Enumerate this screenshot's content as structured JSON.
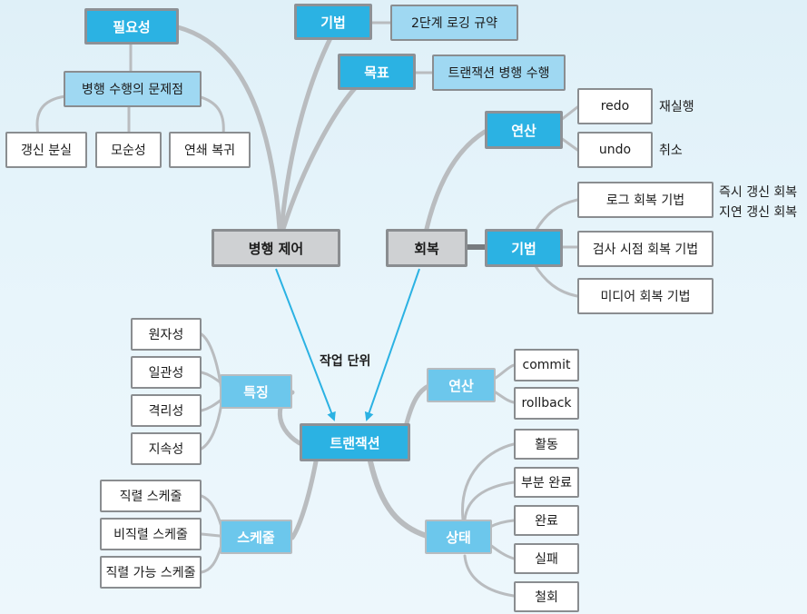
{
  "nodes": {
    "necessity": "필요성",
    "problems": "병행 수행의 문제점",
    "lost_update": "갱신 분실",
    "inconsistency": "모순성",
    "cascading_rollback": "연쇄 복귀",
    "technique": "기법",
    "two_phase_locking": "2단계 로깅 규약",
    "goal": "목표",
    "concurrent_execution": "트랜잭션 병행 수행",
    "concurrency_control": "병행 제어",
    "recovery": "회복",
    "recovery_operation": "연산",
    "redo": "redo",
    "redo_desc": "재실행",
    "undo": "undo",
    "undo_desc": "취소",
    "recovery_technique": "기법",
    "log_recovery": "로그 회복 기법",
    "immediate_update": "즉시 갱신 회복",
    "deferred_update": "지연 갱신 회복",
    "checkpoint_recovery": "검사 시점 회복 기법",
    "media_recovery": "미디어 회복 기법",
    "work_unit": "작업 단위",
    "transaction": "트랜잭션",
    "features": "특징",
    "atomicity": "원자성",
    "consistency": "일관성",
    "isolation": "격리성",
    "durability": "지속성",
    "schedule": "스케줄",
    "serial_schedule": "직렬 스케줄",
    "nonserial_schedule": "비직렬 스케줄",
    "serializable_schedule": "직렬 가능 스케줄",
    "tx_operation": "연산",
    "commit": "commit",
    "rollback": "rollback",
    "state": "상태",
    "active": "활동",
    "partially_committed": "부분 완료",
    "committed": "완료",
    "failed": "실패",
    "aborted": "철회"
  },
  "colors": {
    "primary_node": "#2bb2e3",
    "secondary_node": "#6cc7ec",
    "light_node": "#9fd8f2",
    "gray_node": "#cfd1d3",
    "arrow": "#2bb2e3",
    "branch": "#b9bcbf",
    "background": "#e3f3fa"
  }
}
